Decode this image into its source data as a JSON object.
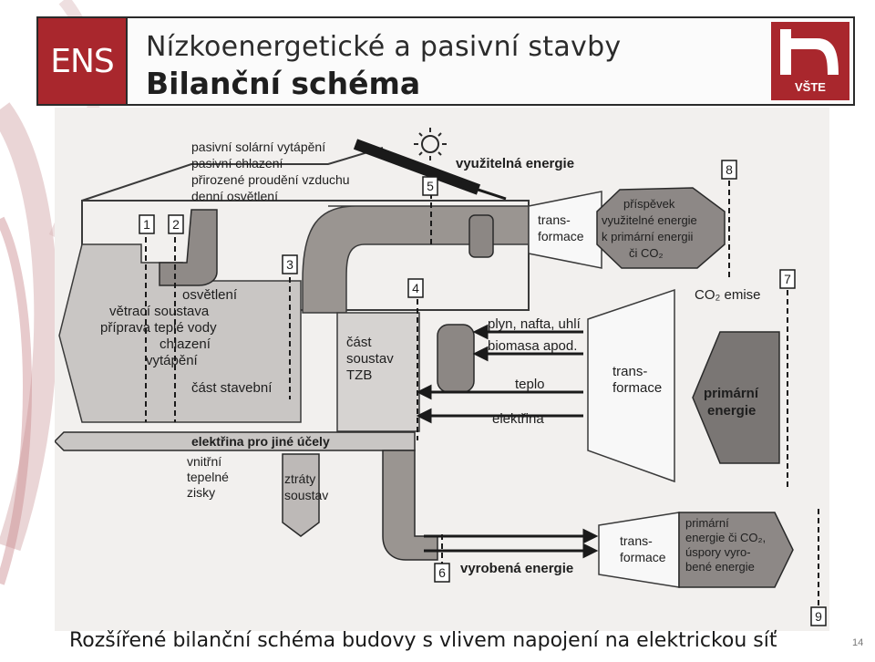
{
  "header": {
    "badge": "ENS",
    "title": "Nízkoenergetické a pasivní stavby",
    "subtitle": "Bilanční schéma",
    "logo_text": "VŠTE"
  },
  "scheme": {
    "passive_list": [
      "pasivní solární vytápění",
      "pasivní chlazení",
      "přirozené proudění vzduchu",
      "denní osvětlení"
    ],
    "useful_energy": "využitelná energie",
    "transformace": [
      "trans-",
      "formace"
    ],
    "transformace2": [
      "trans-",
      "formace"
    ],
    "transformace3": [
      "trans-",
      "formace"
    ],
    "contribution": [
      "příspěvek",
      "využitelné energie",
      "k primární energii",
      "či CO₂"
    ],
    "co2_emise": "CO₂ emise",
    "osvetleni": "osvětlení",
    "systems_list": [
      "větrací soustava",
      "příprava teplé vody",
      "chlazení",
      "vytápění"
    ],
    "cast_stavebni": "část stavební",
    "cast_soustav": [
      "část",
      "soustav",
      "TZB"
    ],
    "fuels": [
      "plyn, nafta, uhlí",
      "biomasa apod."
    ],
    "teplo": "teplo",
    "elektrina": "elektřina",
    "primarni_energie": [
      "primární",
      "energie"
    ],
    "elektrina_jine": "elektřina pro jiné účely",
    "vnitrni_zisky": [
      "vnitřní",
      "tepelné",
      "zisky"
    ],
    "ztraty": [
      "ztráty",
      "soustav"
    ],
    "vyrobena_energie": "vyrobená energie",
    "primary_savings": [
      "primární",
      "energie či CO₂,",
      "úspory vyro-",
      "bené energie"
    ],
    "numbers": [
      "1",
      "2",
      "3",
      "4",
      "5",
      "6",
      "7",
      "8",
      "9"
    ]
  },
  "caption": "Rozšířené bilanční schéma budovy s vlivem napojení na elektrickou síť",
  "page_number": "14",
  "colors": {
    "accent": "#a9272d",
    "pipe": "#9a9591",
    "shape": "#7a7674"
  }
}
